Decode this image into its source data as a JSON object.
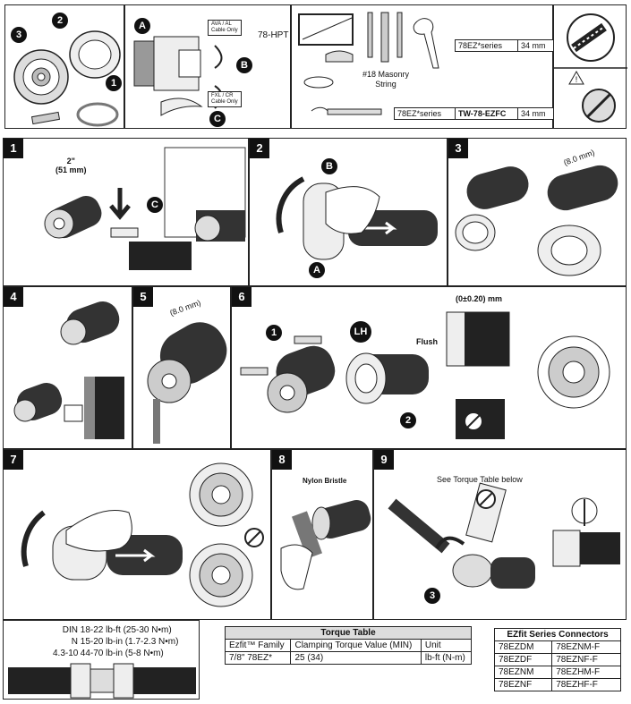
{
  "top": {
    "p1_callouts": [
      "3",
      "2",
      "1"
    ],
    "p2_callouts": [
      "A",
      "B",
      "C"
    ],
    "p2_boxes": {
      "top": "AVA / AL\nCable Only",
      "bottom": "FXL / CR\nCable Only"
    },
    "p2_tool": "78-HPT",
    "p3": {
      "series_label": "78EZ*series",
      "size_1": "34 mm",
      "string_note": "#18 Masonry String",
      "series_label_2": "78EZ*series",
      "tool_name": "TW-78-EZFC",
      "size_2": "34 mm"
    }
  },
  "steps": {
    "s1": {
      "num": "1",
      "dim": "2\"\n(51 mm)",
      "callout": "C"
    },
    "s2": {
      "num": "2",
      "callout_b": "B",
      "callout_a": "A"
    },
    "s3": {
      "num": "3",
      "dim": "(8.0 mm)"
    },
    "s4": {
      "num": "4"
    },
    "s5": {
      "num": "5",
      "dim": "(8.0 mm)"
    },
    "s6": {
      "num": "6",
      "callout_1": "1",
      "callout_lh": "LH",
      "callout_2": "2",
      "dim": "(0±0.20) mm",
      "flush": "Flush"
    },
    "s7": {
      "num": "7"
    },
    "s8": {
      "num": "8",
      "label": "Nylon Bristle"
    },
    "s9": {
      "num": "9",
      "note": "See Torque Table below",
      "callout": "3"
    }
  },
  "torque_specs": [
    {
      "type": "DIN",
      "value": "18-22 lb-ft (25-30 N•m)"
    },
    {
      "type": "N",
      "value": "15-20 lb-in (1.7-2.3 N•m)"
    },
    {
      "type": "4.3-10",
      "value": "44-70 lb-in (5-8 N•m)"
    }
  ],
  "torque_table": {
    "title": "Torque Table",
    "headers": [
      "Ezfit™ Family",
      "Clamping Torque Value (MIN)",
      "Unit"
    ],
    "row": [
      "7/8\" 78EZ*",
      "25 (34)",
      "lb-ft (N-m)"
    ]
  },
  "connectors": {
    "title": "EZfit Series Connectors",
    "rows": [
      [
        "78EZDM",
        "78EZNM-F"
      ],
      [
        "78EZDF",
        "78EZNF-F"
      ],
      [
        "78EZNM",
        "78EZHM-F"
      ],
      [
        "78EZNF",
        "78EZHF-F"
      ]
    ]
  }
}
